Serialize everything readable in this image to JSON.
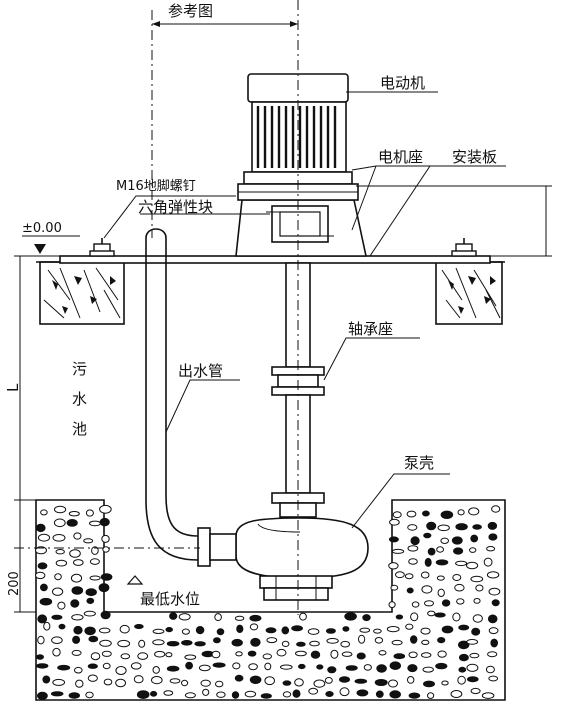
{
  "labels": {
    "reference_drawing": "参考图",
    "motor": "电动机",
    "motor_seat": "电机座",
    "mounting_plate": "安装板",
    "anchor_bolt": "M16地脚螺钉",
    "hex_coupling": "六角弹性块",
    "level_zero": "±0.00",
    "outlet_pipe": "出水管",
    "sewage_tank_1": "污",
    "sewage_tank_2": "水",
    "sewage_tank_3": "池",
    "bearing_seat": "轴承座",
    "pump_casing": "泵壳",
    "min_water_level": "最低水位",
    "dim_L": "L",
    "dim_200": "200"
  }
}
